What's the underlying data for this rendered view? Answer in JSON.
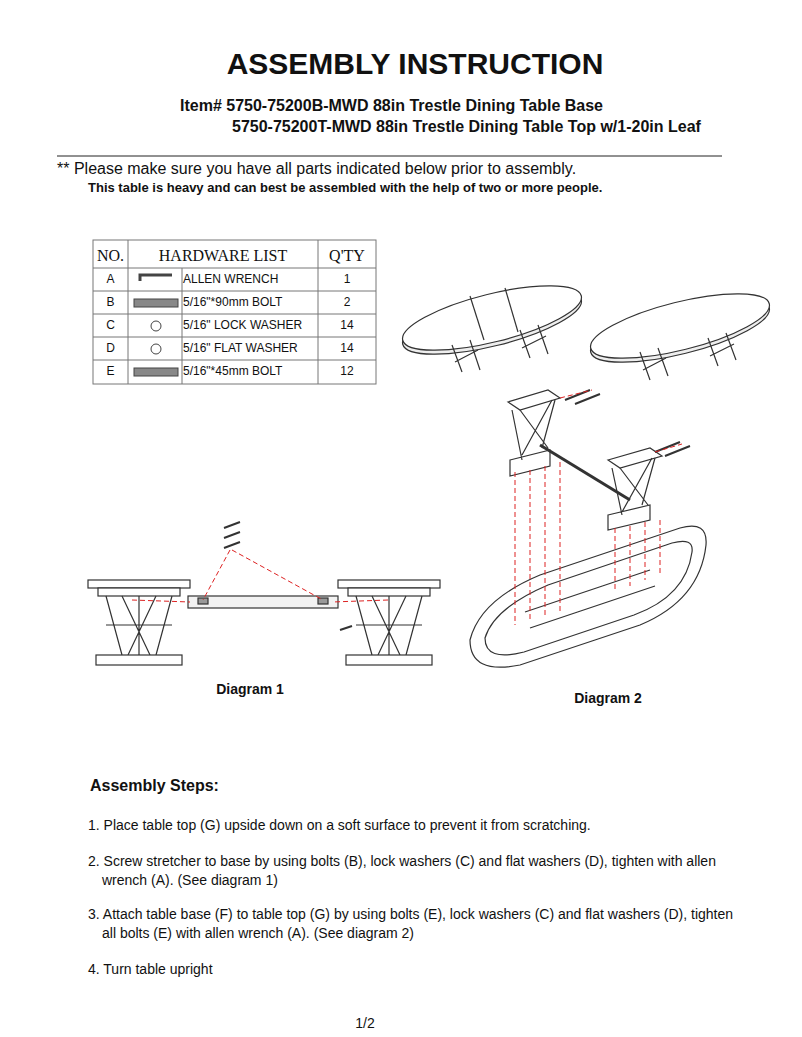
{
  "diagram": {
    "title": "ASSEMBLY INSTRUCTION",
    "labels": [
      "Item# 5750-75200B-MWD 88in Trestle Dining Table Base",
      "5750-75200T-MWD 88in Trestle Dining Table Top w/1-20in Leaf",
      "** Please make sure you have all parts indicated below prior to assembly.",
      "This table is heavy and can best be assembled with the help of two or more people.",
      "NO.",
      "HARDWARE LIST",
      "Q'TY",
      "A",
      "ALLEN WRENCH",
      "1",
      "B",
      "5/16\"*90mm BOLT",
      "2",
      "C",
      "5/16\" LOCK WASHER",
      "14",
      "D",
      "5/16\" FLAT WASHER",
      "14",
      "E",
      "5/16\"*45mm BOLT",
      "12",
      "Diagram 1",
      "Diagram 2",
      "Assembly Steps:",
      "1. Place table top (G) upside down on a soft surface to prevent it from scratching.",
      "2. Screw stretcher to base by using bolts (B), lock washers (C) and flat washers (D), tighten with allen wrench (A). (See diagram 1)",
      "3. Attach table base (F) to table top (G) by using bolts (E), lock washers (C) and flat washers (D), tighten all bolts (E) with allen wrench (A). (See diagram 2)",
      "4. Turn table upright",
      "1/2"
    ]
  }
}
